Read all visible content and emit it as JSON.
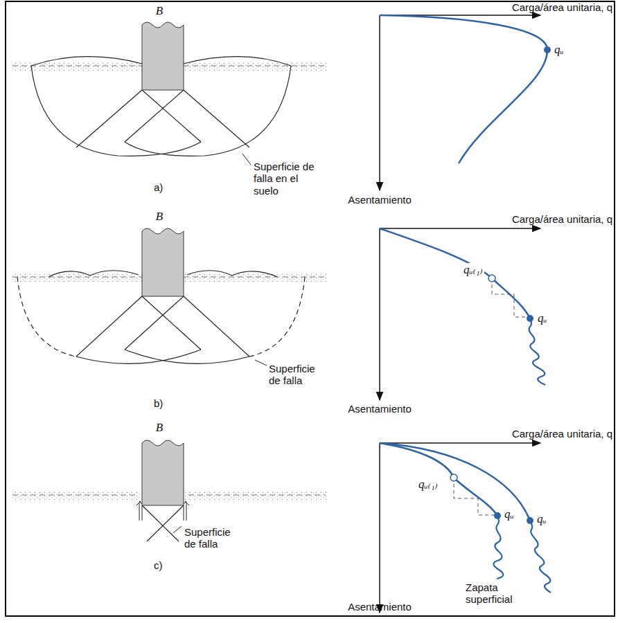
{
  "diagram": {
    "labels": [
      "B",
      "Carga/área unitaria, q",
      "qᵤ",
      "Superficie de falla en el suelo",
      "a)",
      "Asentamiento",
      "B",
      "Carga/área unitaria, q",
      "qᵤ₍₁₎",
      "qᵤ",
      "Superficie de falla",
      "b)",
      "Asentamiento",
      "B",
      "Carga/área unitaria, q",
      "qᵤ₍₁₎",
      "qᵤ",
      "qᵤ",
      "Superficie de falla",
      "Zapata superficial",
      "c)",
      "Asentamiento"
    ]
  }
}
